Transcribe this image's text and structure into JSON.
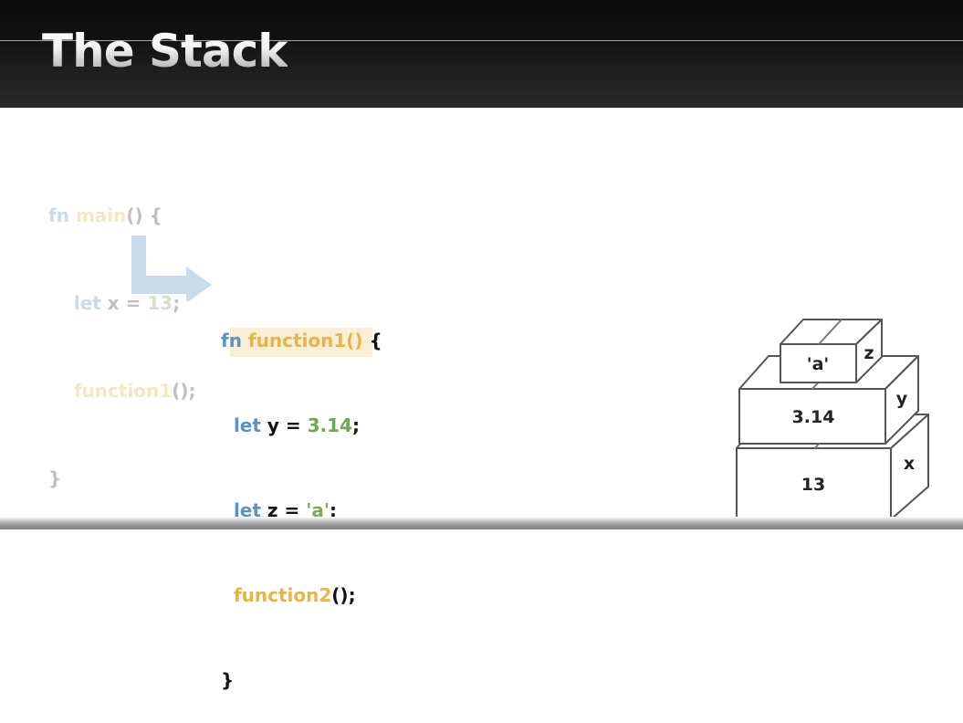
{
  "slide": {
    "title": "The Stack"
  },
  "main_code": {
    "l1_kw": "fn",
    "l1_name": "main",
    "l1_rest": "() {",
    "l2_kw": "let",
    "l2_var": " x = ",
    "l2_val": "13",
    "l2_end": ";",
    "l3_call": "function1",
    "l3_end": "();",
    "l4": "}"
  },
  "function1_code": {
    "l1_kw": "fn",
    "l1_name": " function1()",
    "l1_rest": " {",
    "l2_kw": "let",
    "l2_var": " y = ",
    "l2_val": "3.14",
    "l2_end": ";",
    "l3_kw": "let",
    "l3_var": " z = ",
    "l3_val": "'a'",
    "l3_end": ";",
    "l4_call": "function2",
    "l4_end": "();",
    "l5": "}"
  },
  "stack": {
    "x": {
      "name": "x",
      "value": "13"
    },
    "y": {
      "name": "y",
      "value": "3.14"
    },
    "z": {
      "name": "z",
      "value": "'a'"
    }
  },
  "colors": {
    "keyword": "#5b92c0",
    "function_name": "#e4b54a",
    "number": "#6ea654",
    "highlight": "#faefd5",
    "arrow": "#c9dced"
  }
}
